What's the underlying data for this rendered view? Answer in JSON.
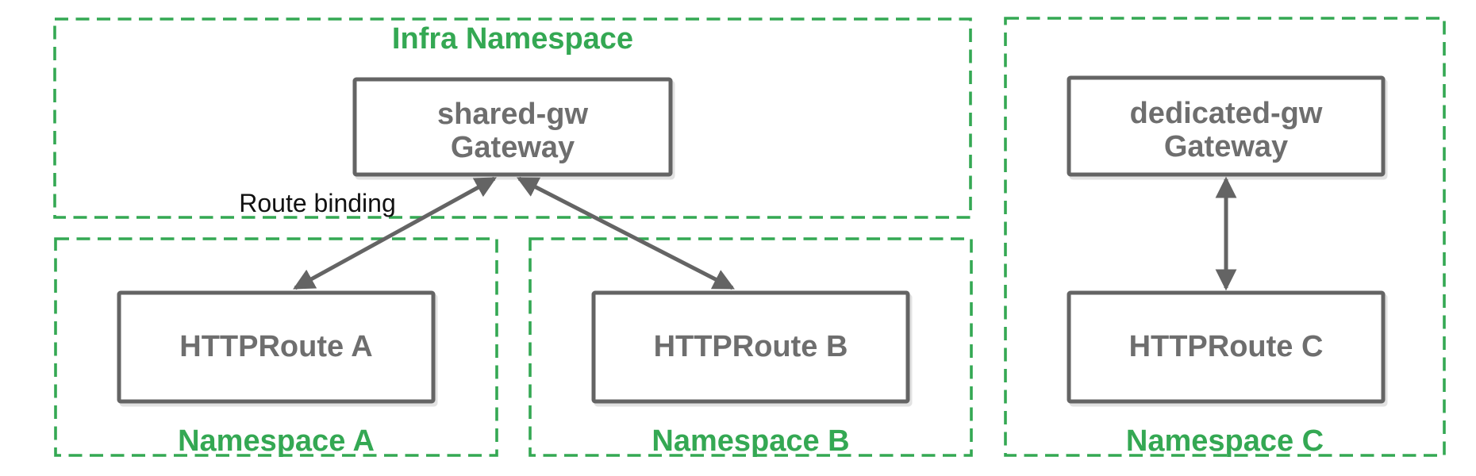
{
  "colors": {
    "namespace_green": "#34a853",
    "node_border_gray": "#646464",
    "node_text_gray": "#6e6e6e",
    "arrow_gray": "#646464",
    "annotation_black": "#111111",
    "background": "#ffffff"
  },
  "namespaces": {
    "infra": {
      "label": "Infra Namespace"
    },
    "a": {
      "label": "Namespace A"
    },
    "b": {
      "label": "Namespace B"
    },
    "c": {
      "label": "Namespace C"
    }
  },
  "nodes": {
    "shared_gw": {
      "line1": "shared-gw",
      "line2": "Gateway"
    },
    "dedicated_gw": {
      "line1": "dedicated-gw",
      "line2": "Gateway"
    },
    "route_a": {
      "label": "HTTPRoute A"
    },
    "route_b": {
      "label": "HTTPRoute B"
    },
    "route_c": {
      "label": "HTTPRoute C"
    }
  },
  "annotations": {
    "route_binding": {
      "label": "Route binding"
    }
  },
  "edges": [
    {
      "from": "route_a",
      "to": "shared_gw",
      "style": "double-arrow",
      "label": "Route binding"
    },
    {
      "from": "route_b",
      "to": "shared_gw",
      "style": "double-arrow",
      "label": ""
    },
    {
      "from": "route_c",
      "to": "dedicated_gw",
      "style": "double-arrow",
      "label": ""
    }
  ]
}
